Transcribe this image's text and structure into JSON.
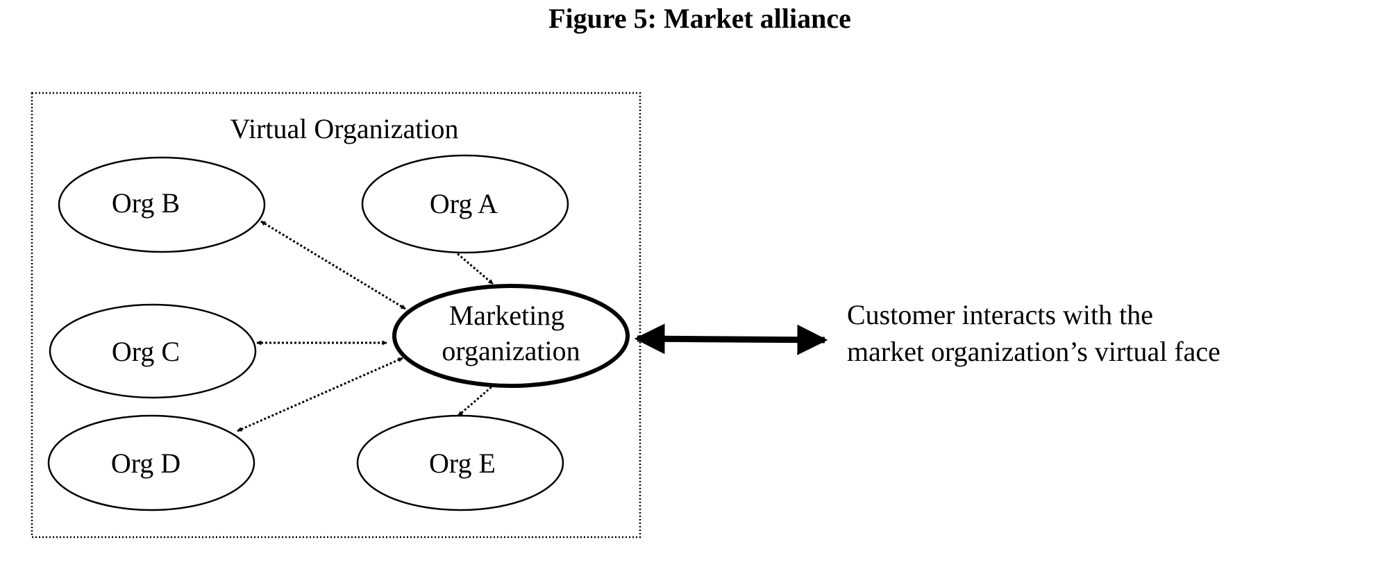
{
  "figure": {
    "title": "Figure 5: Market alliance"
  },
  "virtual_organization": {
    "label": "Virtual Organization"
  },
  "nodes": {
    "org_b": "Org B",
    "org_a": "Org A",
    "org_c": "Org C",
    "org_d": "Org D",
    "org_e": "Org E",
    "marketing_line1": "Marketing",
    "marketing_line2": "organization"
  },
  "customer": {
    "line1": "Customer interacts with the",
    "line2": "market organization’s virtual face"
  }
}
